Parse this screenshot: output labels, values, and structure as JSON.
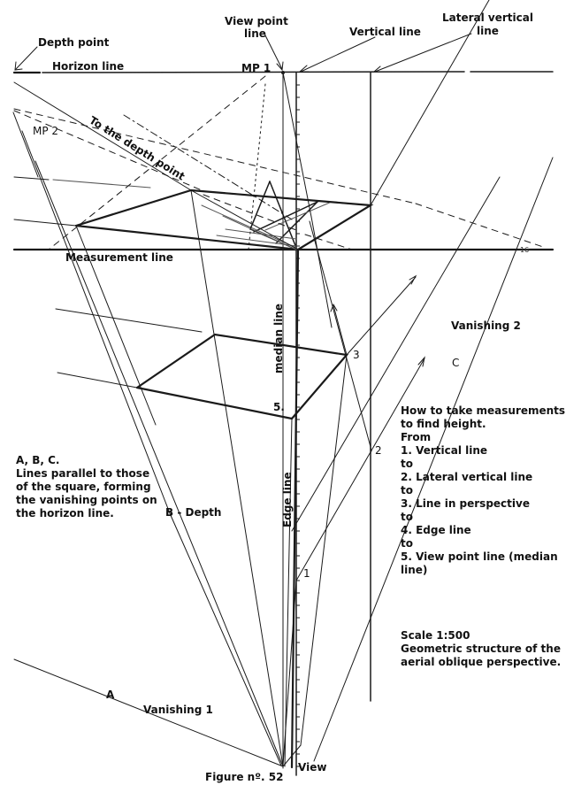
{
  "labels": {
    "depth_point": "Depth point",
    "horizon_line": "Horizon line",
    "mp1": "MP 1",
    "mp2": "MP 2",
    "view_point_line_1": "View point",
    "view_point_line_2": "line",
    "vertical_line": "Vertical line",
    "lateral_vertical_line_1": "Lateral vertical",
    "lateral_vertical_line_2": "line",
    "to_depth_point": "To the depth point",
    "measurement_line": "Measurement line",
    "angle_value": "16",
    "median_line": "median line",
    "edge_line": "Edge line",
    "vanishing_2": "Vanishing 2",
    "vanishing_1": "Vanishing 1",
    "point_a": "A",
    "point_c": "C",
    "b_depth": "B - Depth",
    "view": "View",
    "figure": "Figure nº. 52",
    "num_1": "1",
    "num_2": "2",
    "num_3": "3",
    "num_5": "5."
  },
  "notes": {
    "abc": [
      "A, B, C.",
      "Lines parallel to those",
      "of the square, forming",
      "the vanishing points on",
      "the horizon line."
    ],
    "measure": [
      "How to take measurements",
      "to find height.",
      "From",
      "1. Vertical line",
      "to",
      "2. Lateral vertical line",
      "to",
      "3. Line in perspective",
      "to",
      "4. Edge line",
      "to",
      "5. View point line (median",
      "line)"
    ],
    "scale": [
      "Scale 1:500",
      "Geometric structure of the",
      "aerial oblique perspective."
    ]
  },
  "colors": {
    "ink": "#1a1a1a",
    "paper": "#ffffff"
  }
}
